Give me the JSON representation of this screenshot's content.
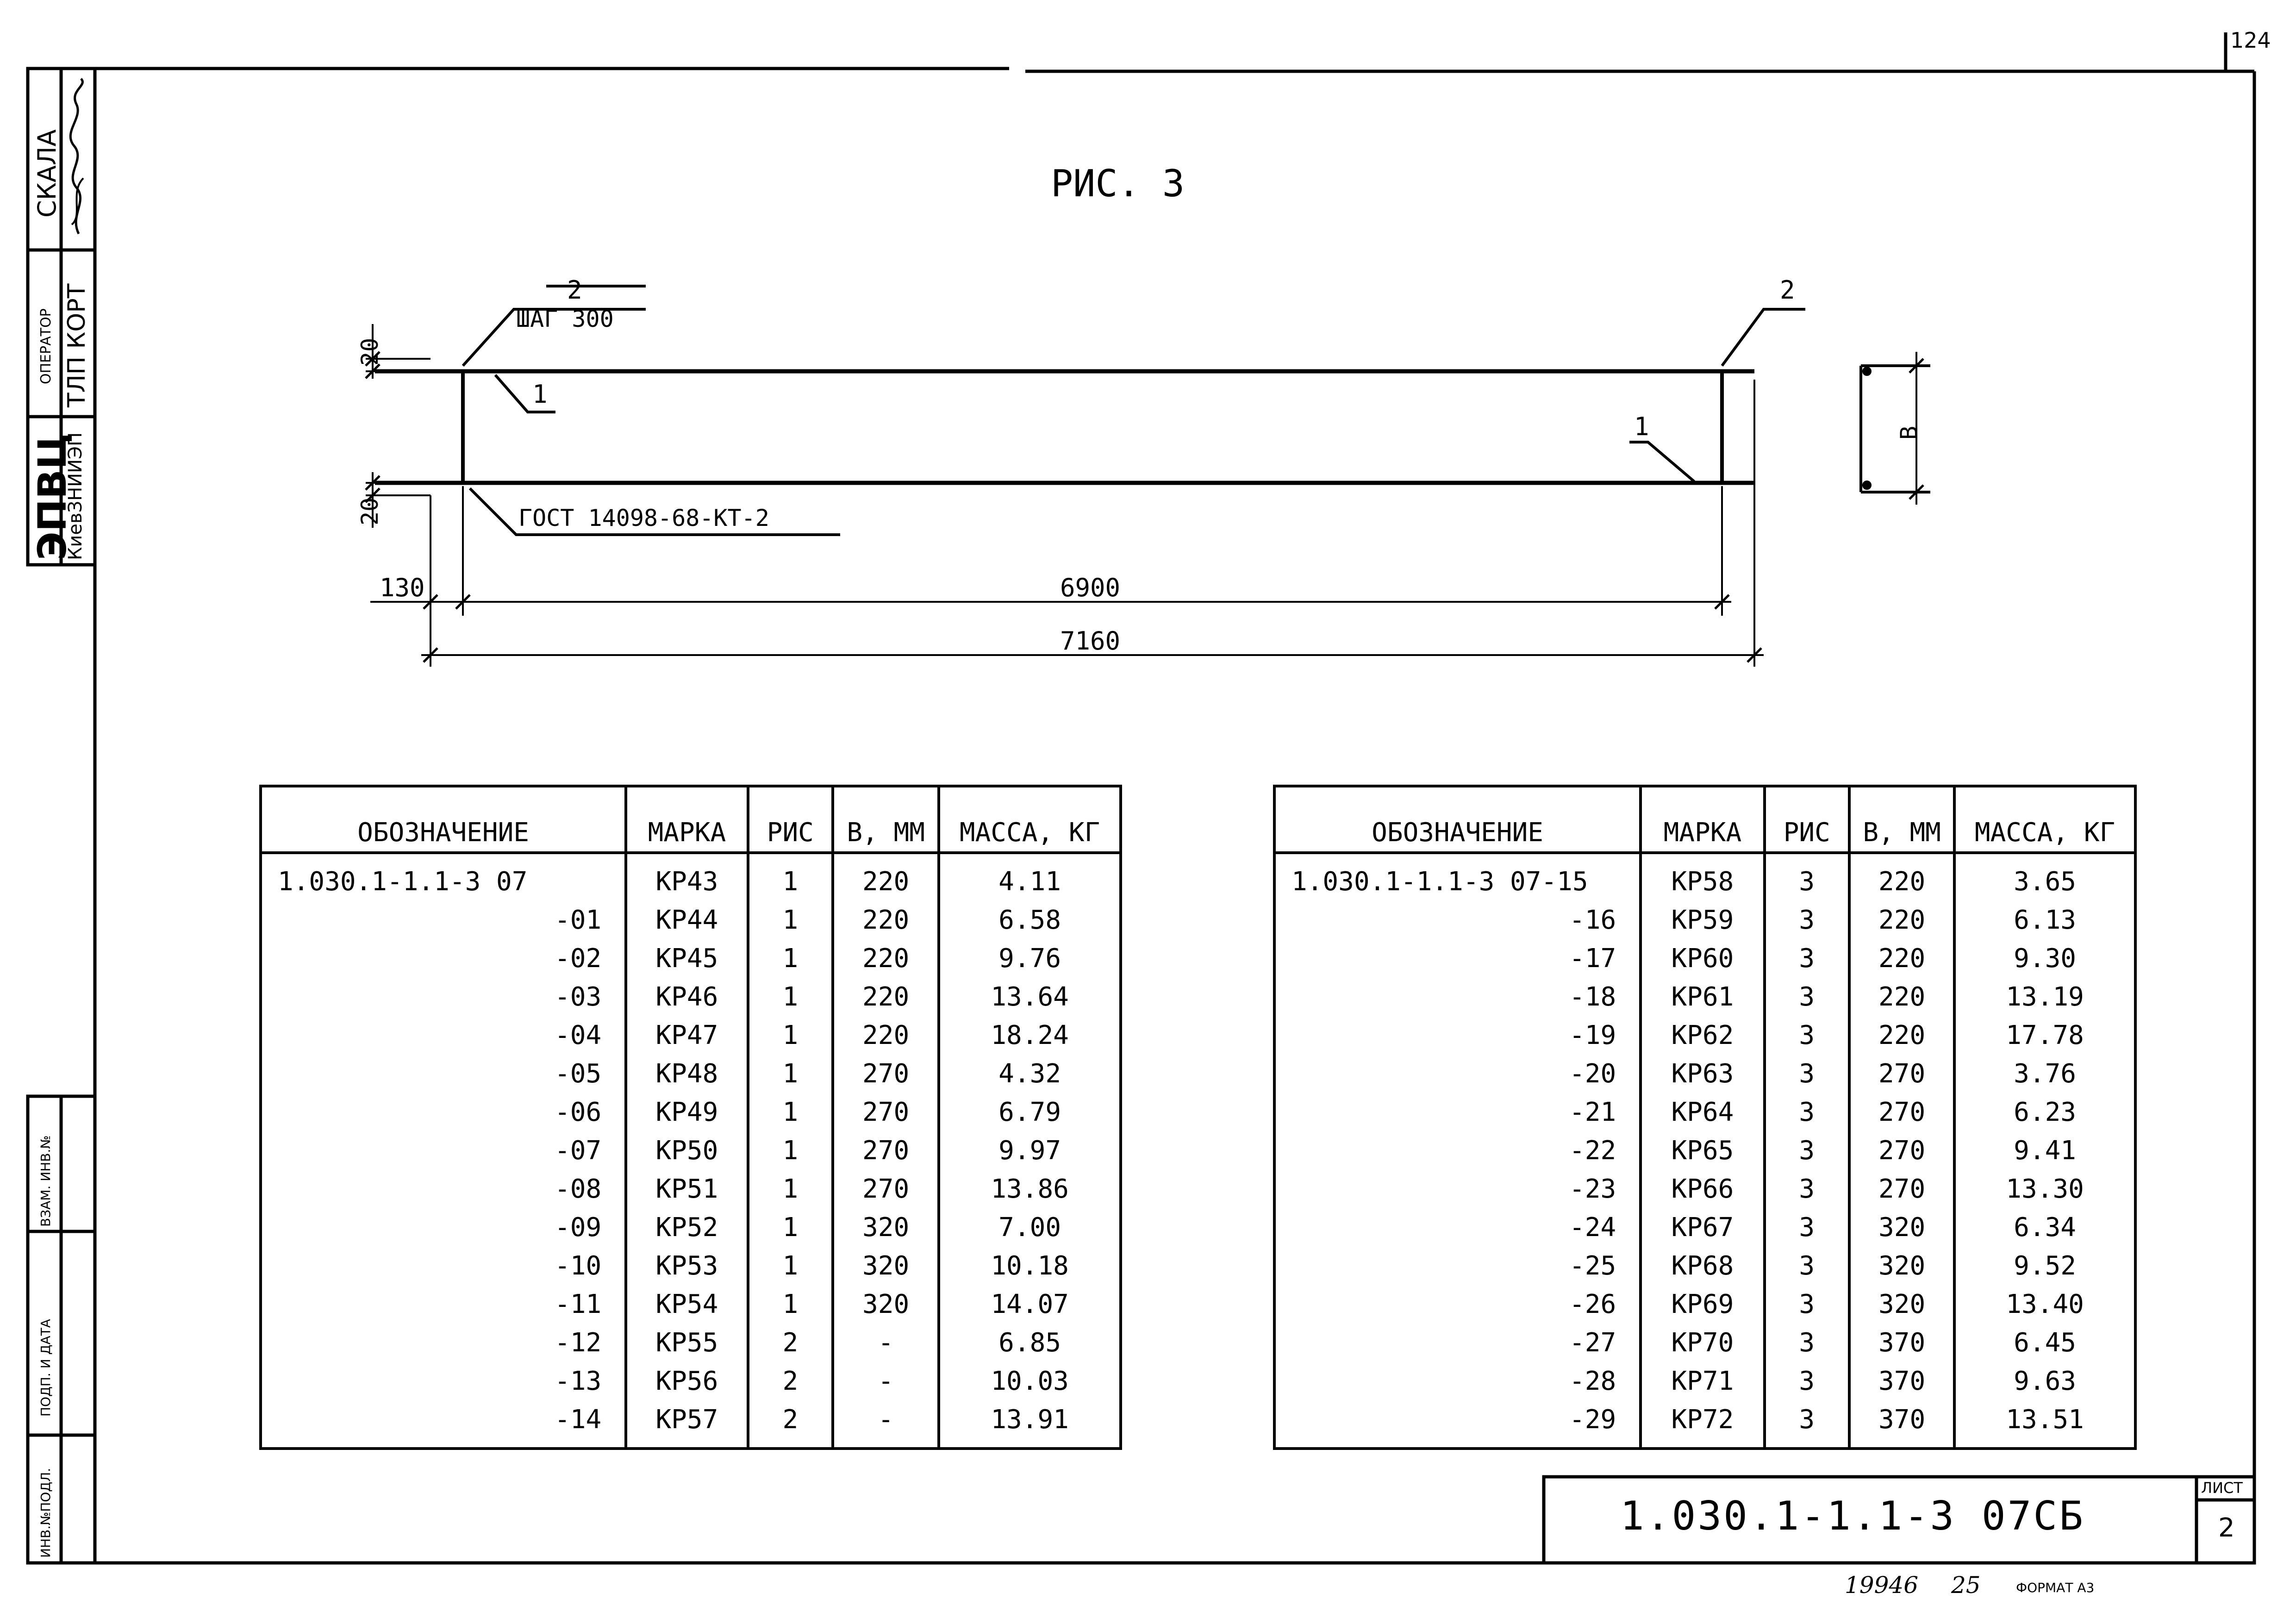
{
  "side_stamp": {
    "scale_label": "СКАЛА",
    "operator_label": "ОПЕРАТОР",
    "operator_name": "ТЛП КОРТ",
    "org_name": "ЭПВЦ",
    "org_sub": "КиевЗНИИЭП",
    "inv_swap_label": "ВЗАМ. ИНВ.№",
    "sign_date_label": "ПОДП. И ДАТА",
    "inv_orig_label": "ИНВ.№ПОДЛ."
  },
  "corner_mark": "124",
  "figure": {
    "title": "РИС. 3",
    "callout_2_left": "2",
    "step_label": "ШАГ 300",
    "callout_2_right": "2",
    "callout_1_left": "1",
    "callout_1_right": "1",
    "gost_label": "ГОСТ 14098-68-КТ-2",
    "dim_top_offset": "20",
    "dim_bottom_offset": "20",
    "dim_end": "130",
    "dim_inner": "6900",
    "dim_total": "7160",
    "section_label": "В"
  },
  "table_headers": [
    "ОБОЗНАЧЕНИЕ",
    "МАРКА",
    "РИС",
    "В, ММ",
    "МАССА, КГ"
  ],
  "table_left": [
    [
      "1.030.1-1.1-3 07",
      "КР43",
      "1",
      "220",
      "4.11"
    ],
    [
      "-01",
      "КР44",
      "1",
      "220",
      "6.58"
    ],
    [
      "-02",
      "КР45",
      "1",
      "220",
      "9.76"
    ],
    [
      "-03",
      "КР46",
      "1",
      "220",
      "13.64"
    ],
    [
      "-04",
      "КР47",
      "1",
      "220",
      "18.24"
    ],
    [
      "-05",
      "КР48",
      "1",
      "270",
      "4.32"
    ],
    [
      "-06",
      "КР49",
      "1",
      "270",
      "6.79"
    ],
    [
      "-07",
      "КР50",
      "1",
      "270",
      "9.97"
    ],
    [
      "-08",
      "КР51",
      "1",
      "270",
      "13.86"
    ],
    [
      "-09",
      "КР52",
      "1",
      "320",
      "7.00"
    ],
    [
      "-10",
      "КР53",
      "1",
      "320",
      "10.18"
    ],
    [
      "-11",
      "КР54",
      "1",
      "320",
      "14.07"
    ],
    [
      "-12",
      "КР55",
      "2",
      "-",
      "6.85"
    ],
    [
      "-13",
      "КР56",
      "2",
      "-",
      "10.03"
    ],
    [
      "-14",
      "КР57",
      "2",
      "-",
      "13.91"
    ]
  ],
  "table_right": [
    [
      "1.030.1-1.1-3 07-15",
      "КР58",
      "3",
      "220",
      "3.65"
    ],
    [
      "-16",
      "КР59",
      "3",
      "220",
      "6.13"
    ],
    [
      "-17",
      "КР60",
      "3",
      "220",
      "9.30"
    ],
    [
      "-18",
      "КР61",
      "3",
      "220",
      "13.19"
    ],
    [
      "-19",
      "КР62",
      "3",
      "220",
      "17.78"
    ],
    [
      "-20",
      "КР63",
      "3",
      "270",
      "3.76"
    ],
    [
      "-21",
      "КР64",
      "3",
      "270",
      "6.23"
    ],
    [
      "-22",
      "КР65",
      "3",
      "270",
      "9.41"
    ],
    [
      "-23",
      "КР66",
      "3",
      "270",
      "13.30"
    ],
    [
      "-24",
      "КР67",
      "3",
      "320",
      "6.34"
    ],
    [
      "-25",
      "КР68",
      "3",
      "320",
      "9.52"
    ],
    [
      "-26",
      "КР69",
      "3",
      "320",
      "13.40"
    ],
    [
      "-27",
      "КР70",
      "3",
      "370",
      "6.45"
    ],
    [
      "-28",
      "КР71",
      "3",
      "370",
      "9.63"
    ],
    [
      "-29",
      "КР72",
      "3",
      "370",
      "13.51"
    ]
  ],
  "title_block": {
    "doc_code": "1.030.1-1.1-3 07СБ",
    "sheet_label": "ЛИСТ",
    "sheet_number": "2"
  },
  "footer": {
    "order_no": "19946",
    "copy_no": "25",
    "format": "ФОРМАТ А3"
  }
}
